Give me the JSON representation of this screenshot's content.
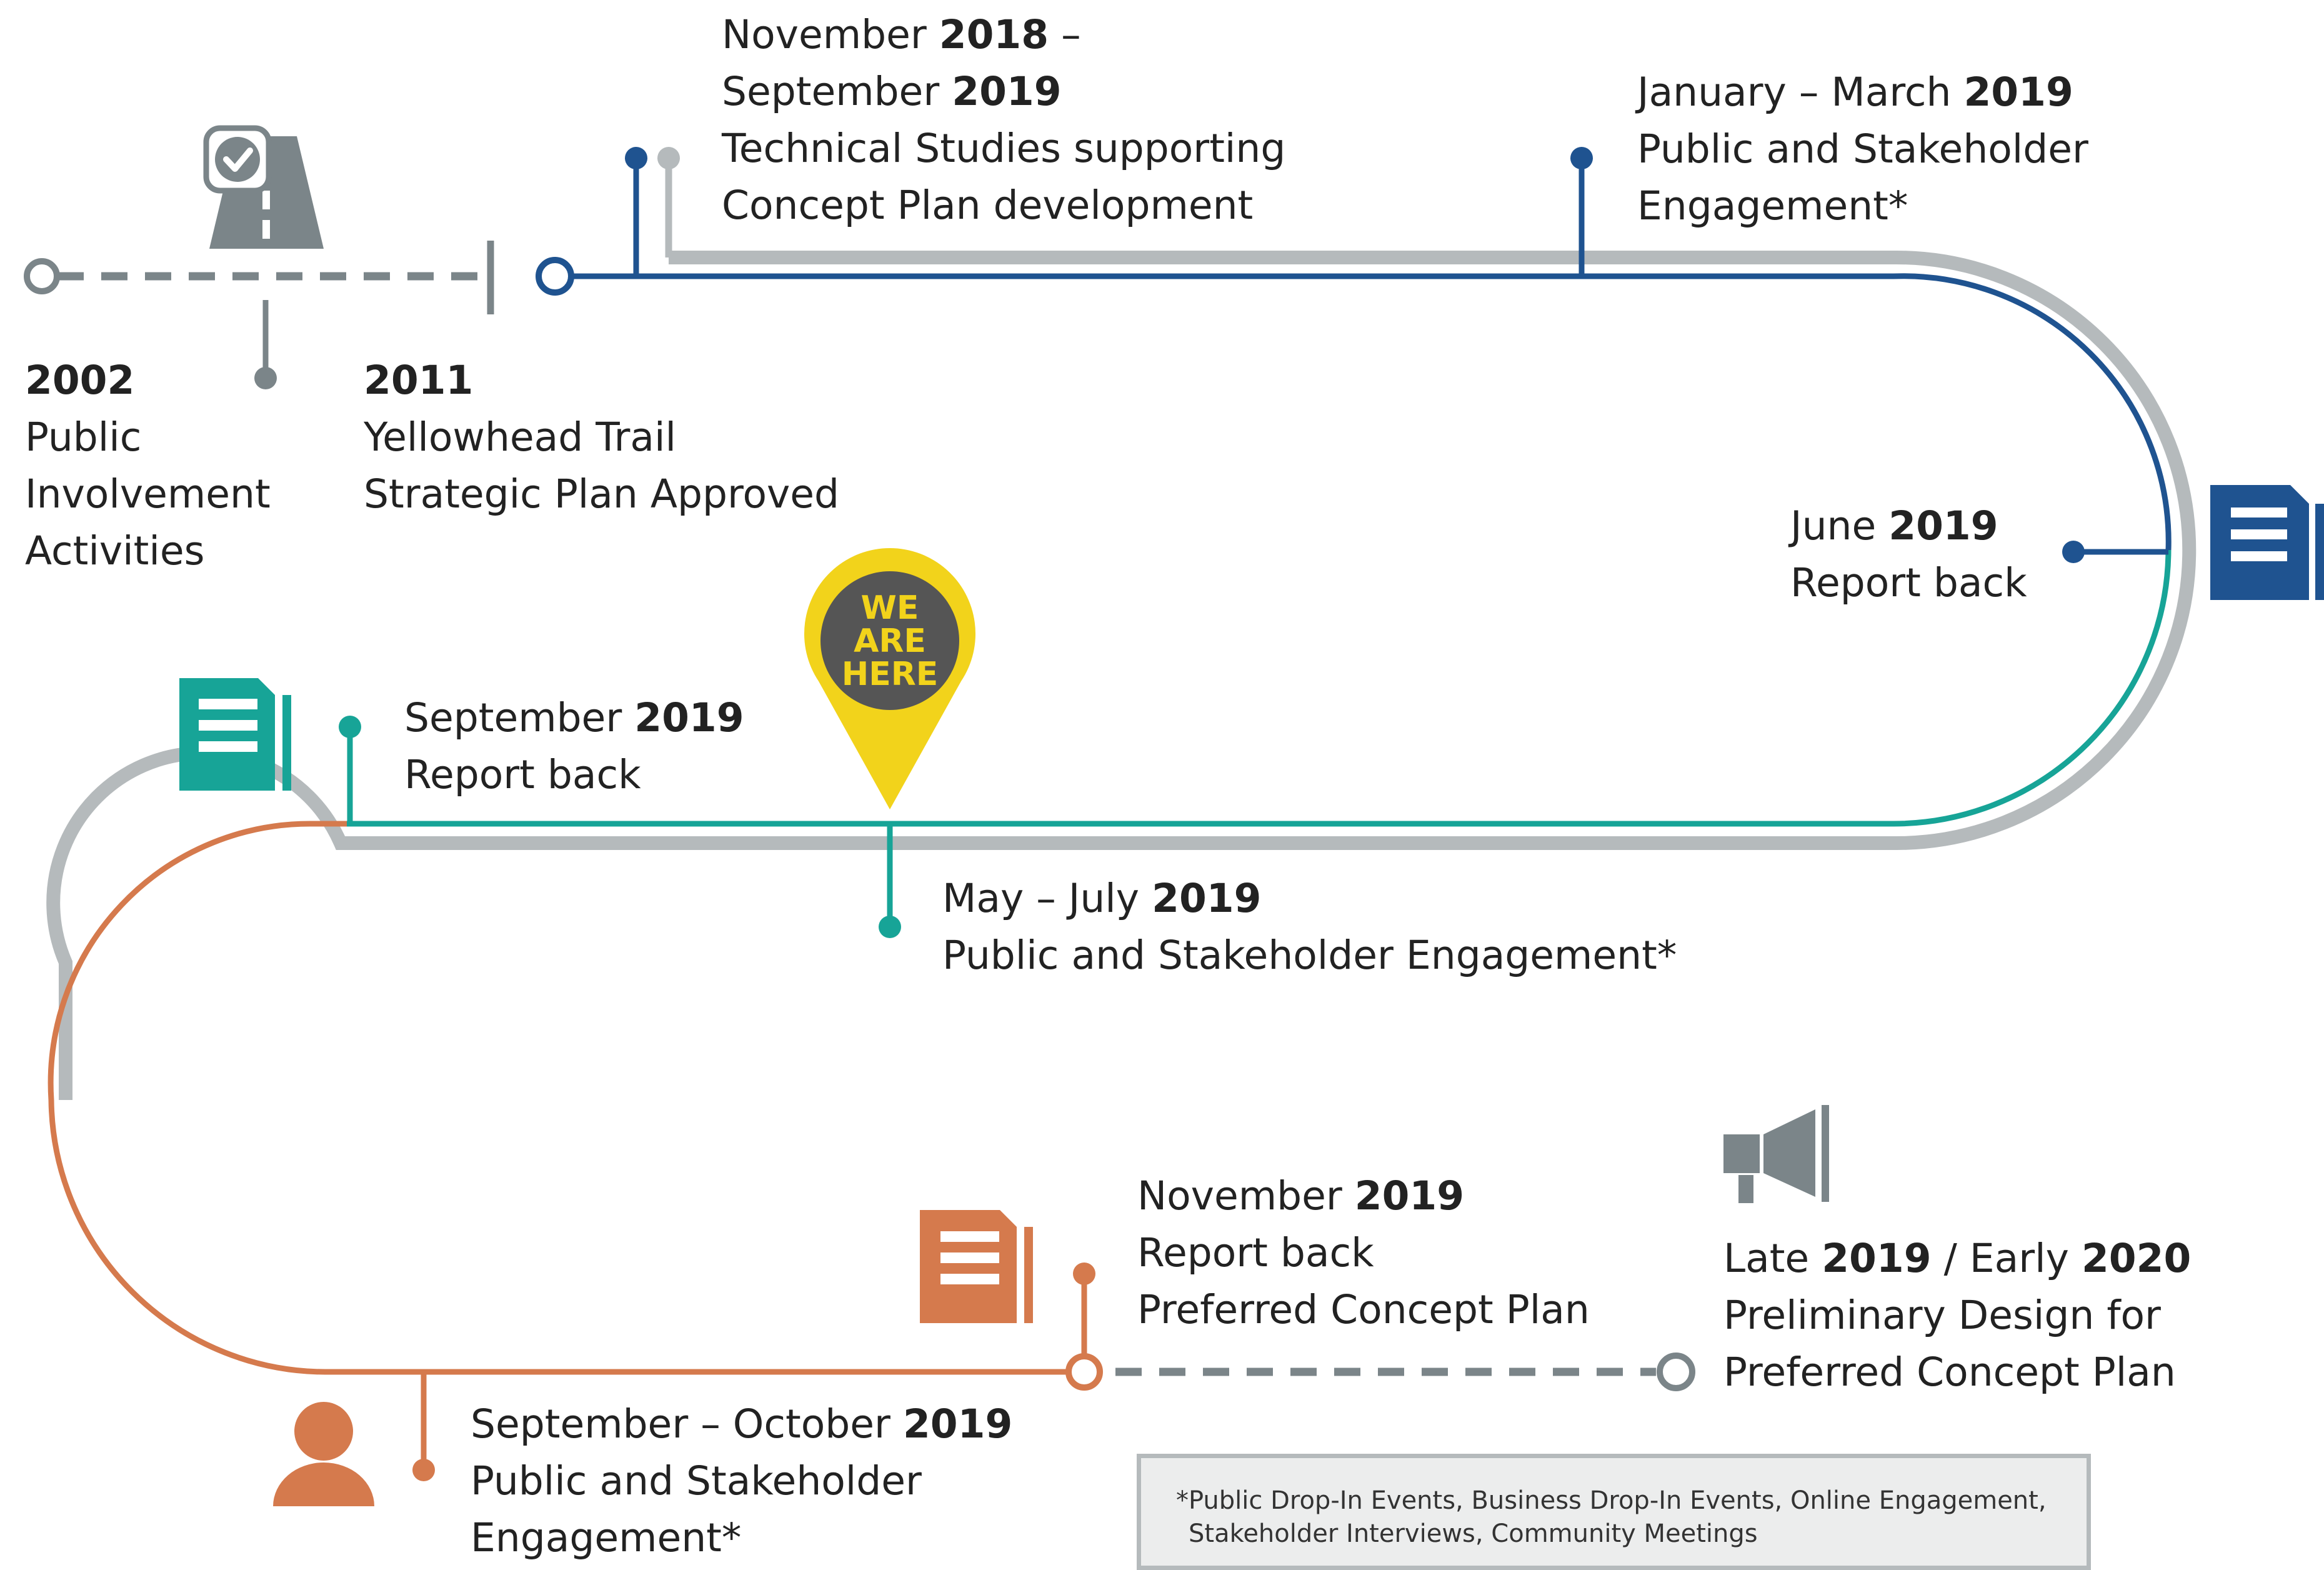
{
  "colors": {
    "navy": "#1f5390",
    "grey": "#b5babc",
    "slate": "#7b8589",
    "teal": "#17a497",
    "orange": "#d57a4d",
    "yellow": "#f2d31b",
    "pin_dark": "#555555",
    "footnote_bg": "#eceded"
  },
  "icons": {
    "road": "road-with-checkmark-icon",
    "report_navy": "document-icon",
    "report_teal": "document-icon",
    "report_orange": "document-icon",
    "person": "person-icon",
    "megaphone": "megaphone-icon",
    "pin": "location-pin-icon"
  },
  "milestones": {
    "y2002": {
      "year": "2002",
      "lines": [
        "Public",
        "Involvement",
        "Activities"
      ]
    },
    "y2011": {
      "year": "2011",
      "lines": [
        "Yellowhead Trail",
        "Strategic Plan Approved"
      ]
    },
    "nov2018": {
      "line1_pre": "November ",
      "line1_bold": "2018",
      "line1_post": " –",
      "line2_pre": "September ",
      "line2_bold": "2019",
      "lines": [
        "Technical Studies supporting",
        "Concept Plan development"
      ]
    },
    "janmar2019": {
      "pre": "January – March ",
      "bold": "2019",
      "lines": [
        "Public and Stakeholder",
        "Engagement*"
      ]
    },
    "jun2019": {
      "pre": "June ",
      "bold": "2019",
      "lines": [
        "Report back"
      ]
    },
    "sep2019": {
      "pre": "September ",
      "bold": "2019",
      "lines": [
        "Report back"
      ]
    },
    "mayjul2019": {
      "pre": "May – July ",
      "bold": "2019",
      "lines": [
        "Public and Stakeholder Engagement*"
      ]
    },
    "nov2019": {
      "pre": "November ",
      "bold": "2019",
      "lines": [
        "Report back",
        "Preferred Concept Plan"
      ]
    },
    "late2019": {
      "pre": "Late ",
      "bold1": "2019",
      "mid": " / Early ",
      "bold2": "2020",
      "lines": [
        "Preliminary Design for",
        "Preferred Concept Plan"
      ]
    },
    "sepoct2019": {
      "pre": "September – October ",
      "bold": "2019",
      "lines": [
        "Public and Stakeholder",
        "Engagement*"
      ]
    }
  },
  "pin": {
    "line1": "WE",
    "line2": "ARE",
    "line3": "HERE"
  },
  "footnote": {
    "line1": "*Public Drop-In Events, Business Drop-In Events, Online Engagement,",
    "line2": "Stakeholder Interviews, Community Meetings"
  }
}
